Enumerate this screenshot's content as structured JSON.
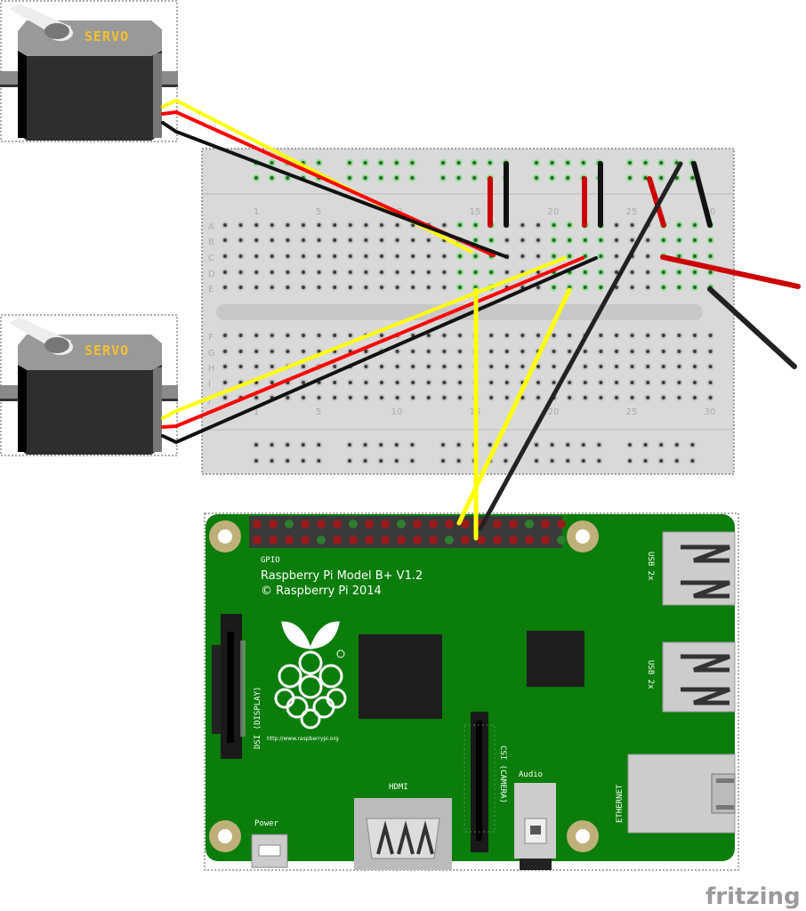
{
  "servos": [
    {
      "label": "SERVO"
    },
    {
      "label": "SERVO"
    }
  ],
  "breadboard": {
    "row_labels_top": [
      "A",
      "B",
      "C",
      "D",
      "E"
    ],
    "row_labels_bottom": [
      "F",
      "G",
      "H",
      "I",
      "J"
    ],
    "column_labels": [
      "1",
      "5",
      "10",
      "15",
      "20",
      "25",
      "30"
    ]
  },
  "pi": {
    "gpio_label": "GPIO",
    "model": "Raspberry Pi Model B+ V1.2",
    "copyright": "© Raspberry Pi 2014",
    "url": "http://www.raspberrypi.org",
    "dsi": "DSI (DISPLAY)",
    "csi": "CSI (CAMERA)",
    "audio": "Audio",
    "hdmi": "HDMI",
    "power": "Power",
    "usb1": "USB 2x",
    "usb2": "USB 2x",
    "ethernet": "ETHERNET",
    "trademark": "TM"
  },
  "logo": "fritzing",
  "colors": {
    "pcb": "#0a7d0a",
    "breadboard": "#d9d9d9",
    "wire_yellow": "#ffff00",
    "wire_red": "#ff0000",
    "wire_black": "#111111"
  }
}
